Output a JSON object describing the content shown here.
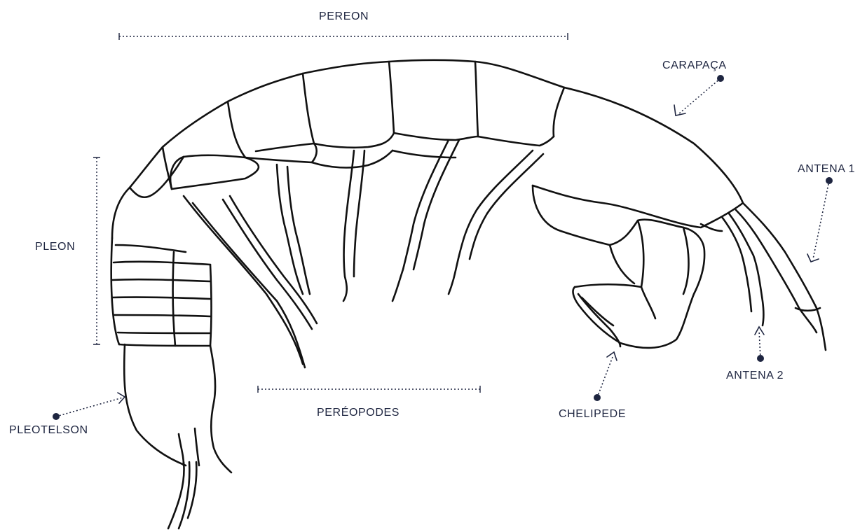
{
  "colors": {
    "label": "#1e2540",
    "outline": "#111111",
    "pointer": "#1e2540",
    "background": "#ffffff"
  },
  "labels": {
    "pereon": "PEREON",
    "carapaca": "CARAPAÇA",
    "antena1": "ANTENA 1",
    "pleon": "PLEON",
    "antena2": "ANTENA 2",
    "chelipede": "CHELIPEDE",
    "pereopodes": "PERÉOPODES",
    "pleotelson": "PLEOTELSON"
  }
}
